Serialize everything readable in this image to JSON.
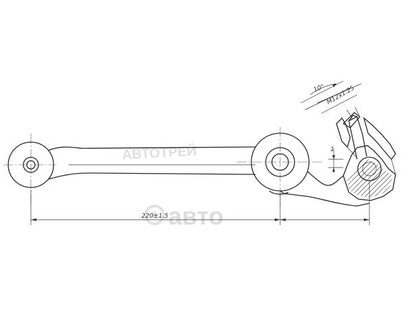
{
  "drawing": {
    "dimension_length": "220±1.5",
    "angle_label": "10°",
    "thread_label": "M12x1.25",
    "height_label": "1"
  },
  "watermarks": {
    "top_text": "АВТОТРЕЙ",
    "brand_text": "авто"
  },
  "colors": {
    "line": "#2a2a2a",
    "watermark": "#c8c8c8",
    "watermark_accent": "#d6d6d6"
  }
}
